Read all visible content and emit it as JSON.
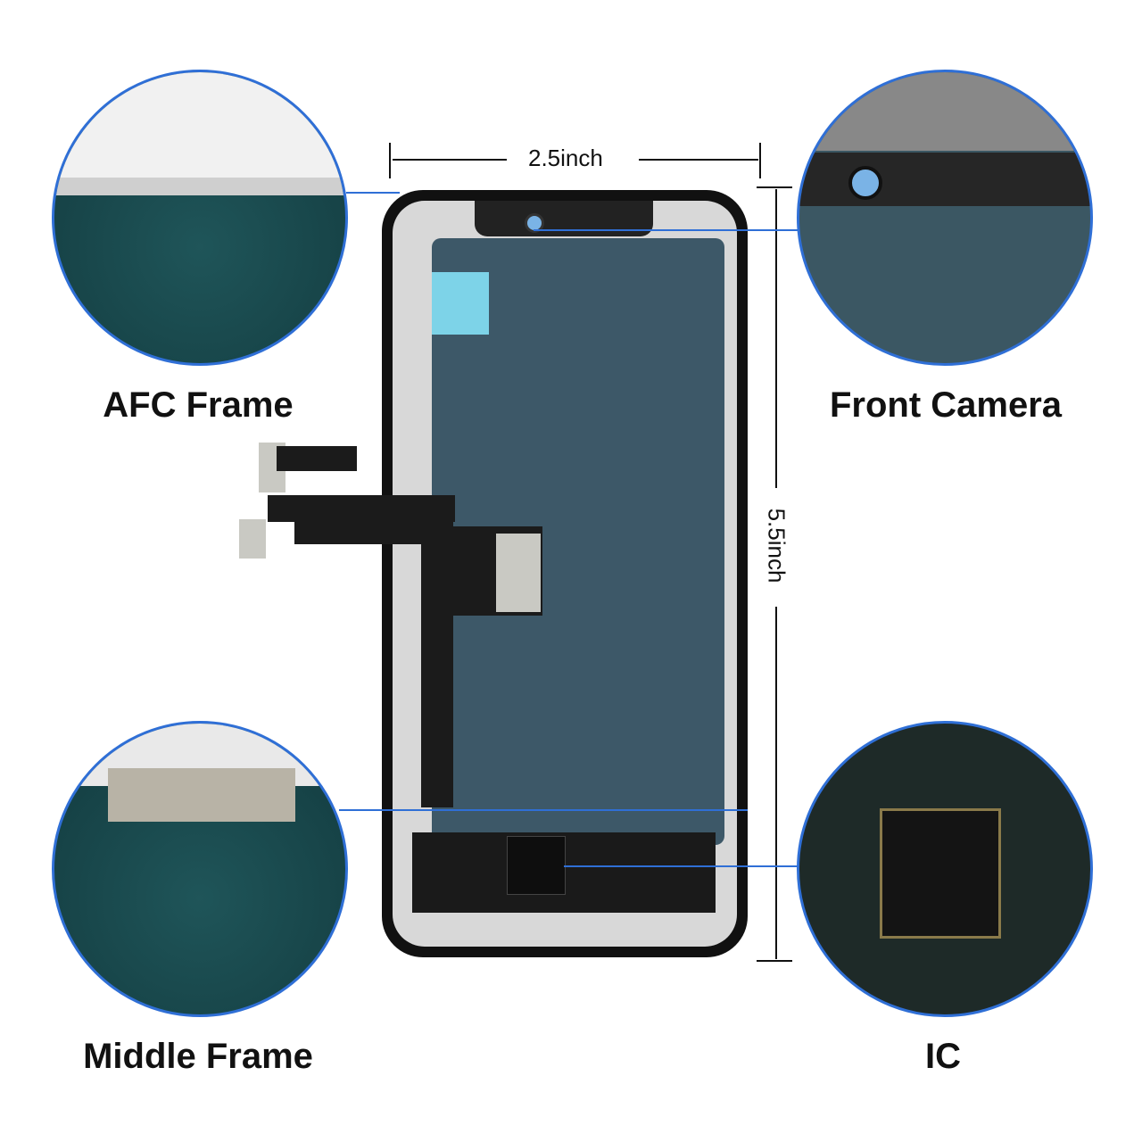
{
  "dimensions": {
    "width_label": "2.5inch",
    "height_label": "5.5inch"
  },
  "callouts": [
    {
      "label": "AFC Frame"
    },
    {
      "label": "Front Camera"
    },
    {
      "label": "Middle Frame"
    },
    {
      "label": "IC"
    }
  ],
  "colors": {
    "accent": "#2f6fd6",
    "panel": "#3d5868",
    "zoom_fill": "#164246"
  }
}
